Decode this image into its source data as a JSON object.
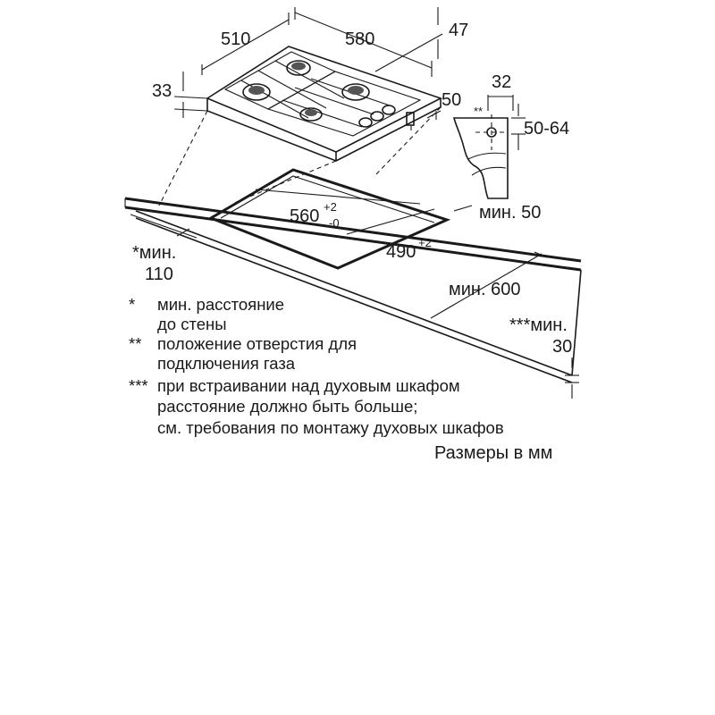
{
  "dimensions": {
    "hob_width": "510",
    "hob_depth": "580",
    "hob_height": "47",
    "hob_thickness": "33",
    "gas_offset": "50",
    "pipe_offset": "32",
    "pipe_height": "50-64",
    "cutout_width": "560",
    "cutout_width_tol_plus": "+2",
    "cutout_width_tol_minus": "-0",
    "cutout_depth": "490",
    "cutout_depth_tol": "+2",
    "min_back": "мин. 50",
    "min_wall_prefix": "*мин.",
    "min_wall_value": "110",
    "min_front": "мин. 600",
    "min_oven_prefix": "***мин.",
    "min_oven_value": "30",
    "gas_marker": "**"
  },
  "notes": [
    {
      "marker": "*",
      "lines": [
        "мин. расстояние",
        "до стены"
      ]
    },
    {
      "marker": "**",
      "lines": [
        "положение отверстия для",
        "подключения газа"
      ]
    },
    {
      "marker": "***",
      "lines": [
        "при встраивании над духовым шкафом",
        "расстояние должно быть больше;",
        "см. требования по монтажу духовых шкафов"
      ]
    }
  ],
  "units_label": "Размеры в мм"
}
